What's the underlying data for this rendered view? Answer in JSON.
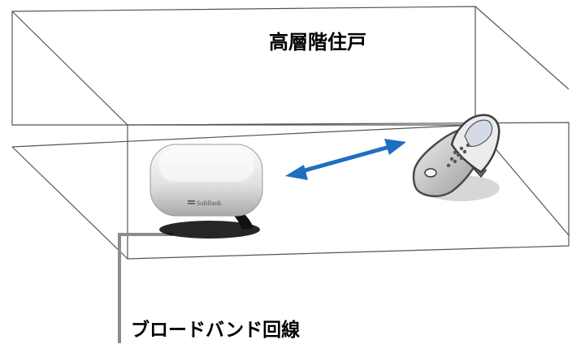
{
  "building_label": "高層階住戸",
  "line_label": "ブロードバンド回線",
  "router_brand": "SoftBank",
  "colors": {
    "arrow": "#1f6fc1",
    "line": "#8c8c8c",
    "box_edge": "#555555"
  },
  "icons": {
    "router": "femtocell-router-icon",
    "phone": "flip-phone-icon",
    "link": "double-headed-arrow"
  }
}
